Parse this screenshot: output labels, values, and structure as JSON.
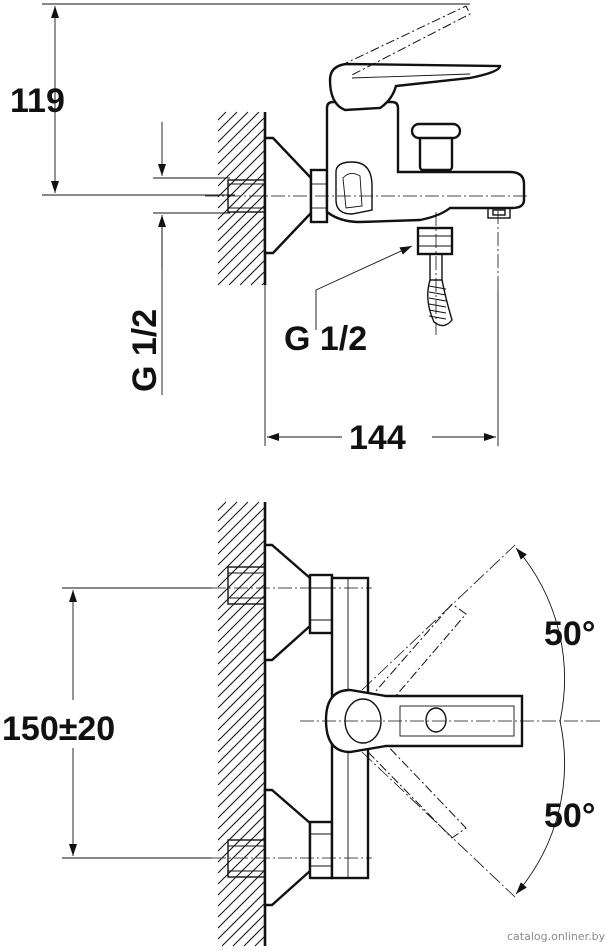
{
  "dimensions": {
    "height_top": "119",
    "thread_side": "G 1/2",
    "thread_outlet": "G 1/2",
    "depth": "144",
    "spacing": "150±20",
    "angle_up": "50°",
    "angle_down": "50°"
  },
  "watermark": "catalog.onliner.by",
  "colors": {
    "ink": "#111111",
    "paper": "#ffffff",
    "watermark": "#8a8a8a"
  }
}
